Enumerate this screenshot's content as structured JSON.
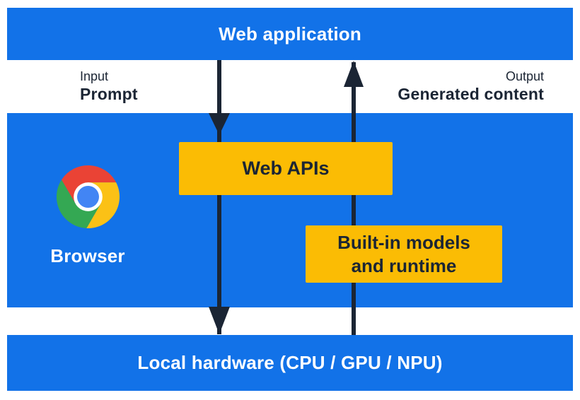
{
  "colors": {
    "blue": "#1272E8",
    "yellow": "#FBBC04",
    "dark": "#1B2534",
    "chrome-red": "#EA4335",
    "chrome-yellow": "#FBC116",
    "chrome-green": "#34A853",
    "chrome-blue": "#4285F4"
  },
  "layers": {
    "web_application": {
      "label": "Web application"
    },
    "browser": {
      "browser_label": "Browser",
      "web_apis_label": "Web APIs",
      "builtin_models_line1": "Built-in models",
      "builtin_models_line2": "and runtime"
    },
    "local_hardware": {
      "label": "Local hardware (CPU / GPU / NPU)"
    }
  },
  "annotations": {
    "input": {
      "title": "Input",
      "value": "Prompt"
    },
    "output": {
      "title": "Output",
      "value": "Generated content"
    }
  },
  "icons": {
    "chrome_logo": "chrome-browser-logo"
  }
}
